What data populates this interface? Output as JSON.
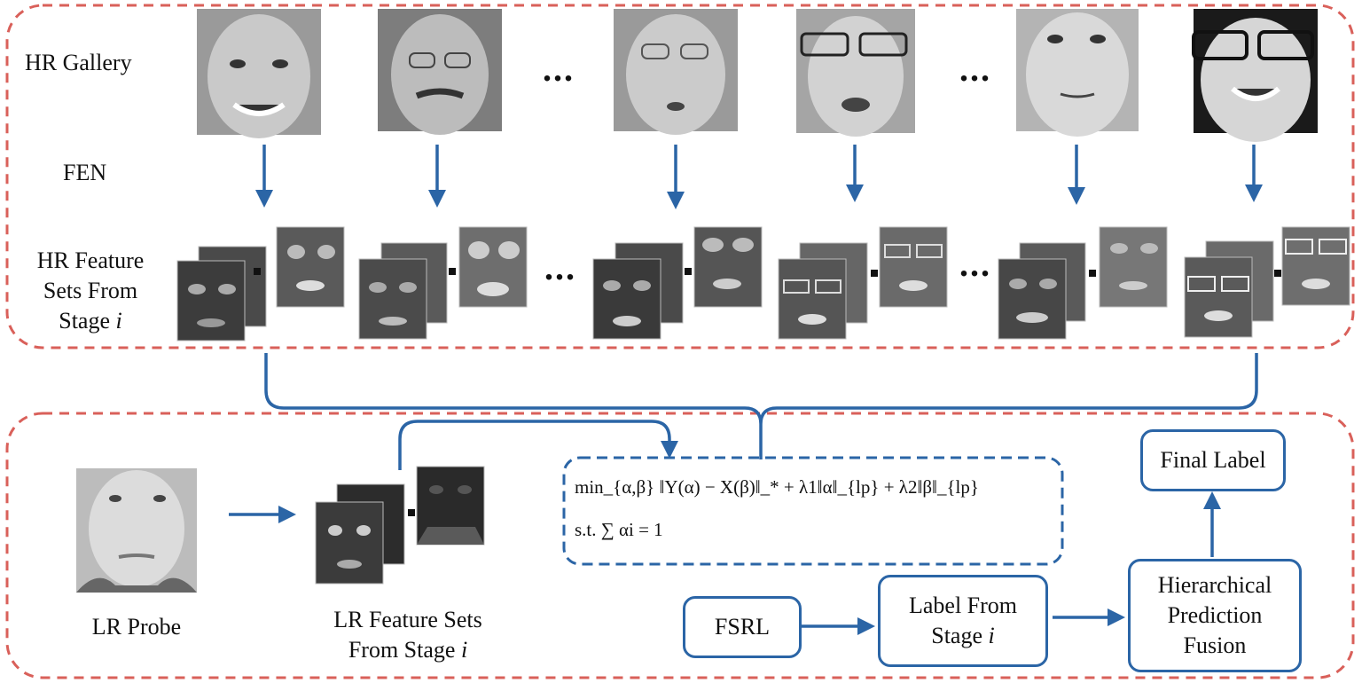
{
  "top_panel": {
    "row_labels": {
      "gallery": "HR Gallery",
      "fen": "FEN",
      "feature_l1": "HR Feature",
      "feature_l2": "Sets From",
      "feature_l3_prefix": "Stage ",
      "feature_l3_var": "i"
    },
    "ellipsis": "..."
  },
  "bottom_panel": {
    "probe_label": "LR Probe",
    "lr_feature_l1": "LR Feature Sets",
    "lr_feature_l2_prefix": "From Stage ",
    "lr_feature_l2_var": "i",
    "formula_line1": "min_{α,β} ‖Y(α) − X(β)‖_* + λ1‖α‖_{lp} + λ2‖β‖_{lp}",
    "formula_line2": "s.t. ∑ αi = 1",
    "fsrl": "FSRL",
    "label_stage_l1": "Label From",
    "label_stage_l2_prefix": "Stage ",
    "label_stage_l2_var": "i",
    "fusion_l1": "Hierarchical",
    "fusion_l2": "Prediction",
    "fusion_l3": "Fusion",
    "final_label": "Final Label"
  },
  "colors": {
    "panel_border": "#d9605a",
    "arrow": "#2b65a6",
    "box_border": "#2b65a6",
    "text": "#111111"
  },
  "icons": [
    "face-photo",
    "feature-map",
    "down-arrow",
    "right-arrow",
    "up-arrow"
  ]
}
